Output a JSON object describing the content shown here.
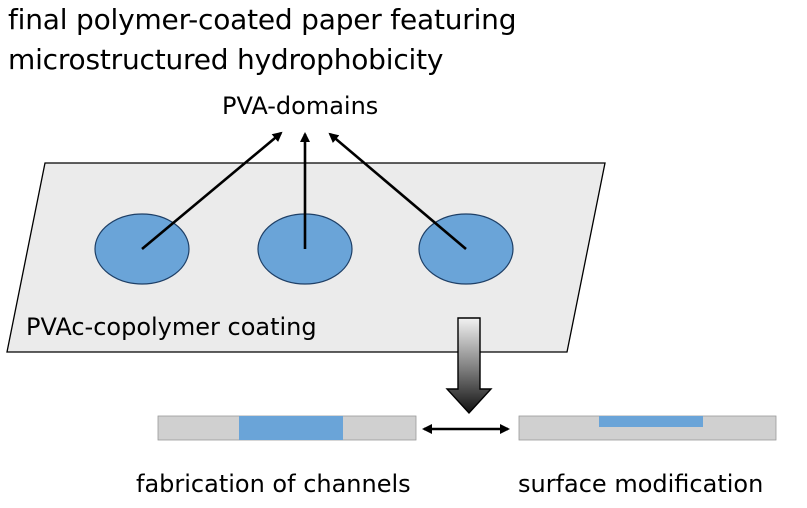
{
  "title": {
    "line1": "final polymer-coated paper featuring",
    "line2": "microstructured hydrophobicity"
  },
  "labels": {
    "pva_domains": "PVA-domains",
    "coating": "PVAc-copolymer coating",
    "fabrication": "fabrication of channels",
    "surface": "surface modification"
  },
  "colors": {
    "sheet_fill": "#ebebeb",
    "domain_fill": "#6aa4d8",
    "strip_fill": "#d0d0d0",
    "outline": "#000000"
  }
}
